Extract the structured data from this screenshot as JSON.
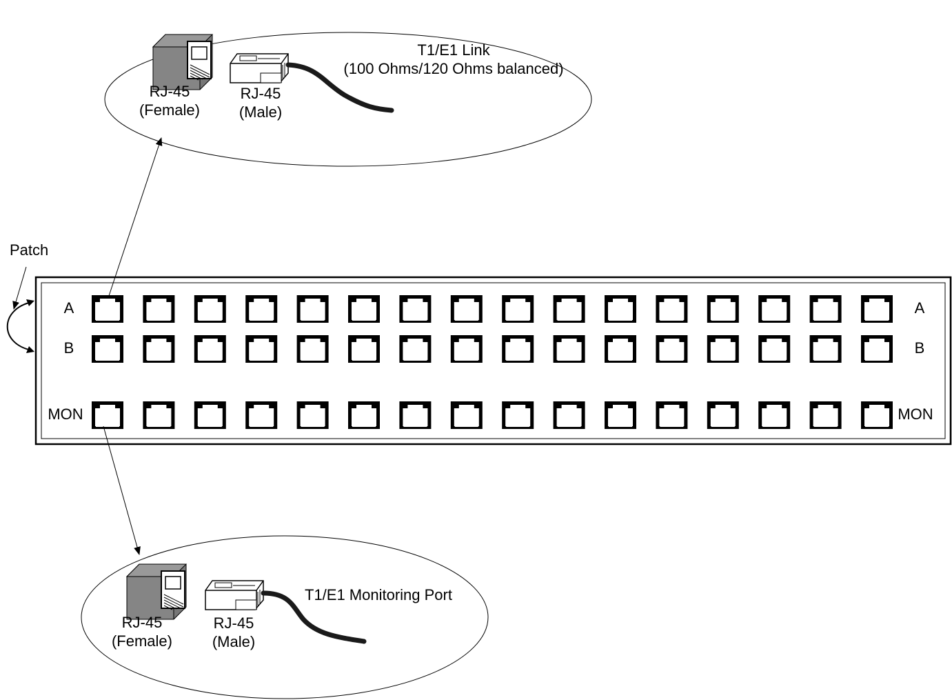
{
  "patch_label": "Patch",
  "row_labels": {
    "a": "A",
    "b": "B",
    "mon": "MON"
  },
  "port_count_per_row": 16,
  "top_detail": {
    "female_label_1": "RJ-45",
    "female_label_2": "(Female)",
    "male_label_1": "RJ-45",
    "male_label_2": "(Male)",
    "link_title_1": "T1/E1 Link",
    "link_title_2": "(100 Ohms/120 Ohms balanced)"
  },
  "bottom_detail": {
    "female_label_1": "RJ-45",
    "female_label_2": "(Female)",
    "male_label_1": "RJ-45",
    "male_label_2": "(Male)",
    "port_title": "T1/E1 Monitoring Port"
  }
}
